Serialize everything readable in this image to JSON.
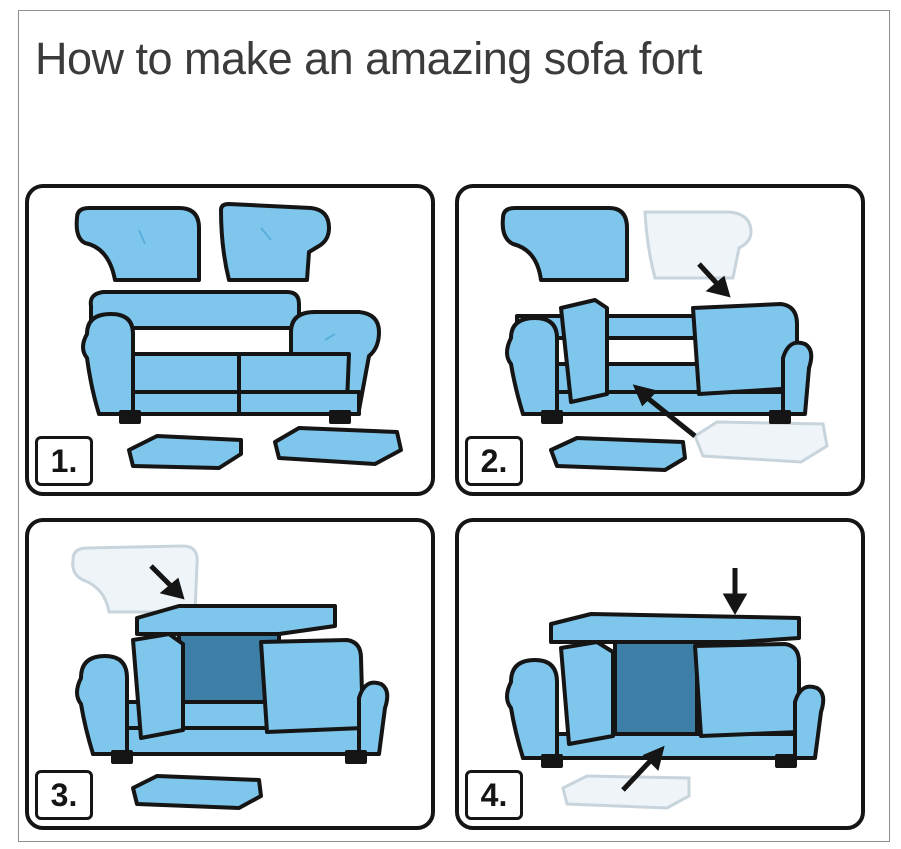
{
  "title": "How to make an amazing sofa fort",
  "steps": [
    {
      "label": "1."
    },
    {
      "label": "2."
    },
    {
      "label": "3."
    },
    {
      "label": "4."
    }
  ],
  "colors": {
    "sofa_fill": "#7fc6ec",
    "sofa_shade": "#5aaedc",
    "outline": "#151515",
    "ghost_fill": "#eef4f8",
    "ghost_stroke": "#c8d4dc",
    "interior": "#3e7fa8"
  }
}
